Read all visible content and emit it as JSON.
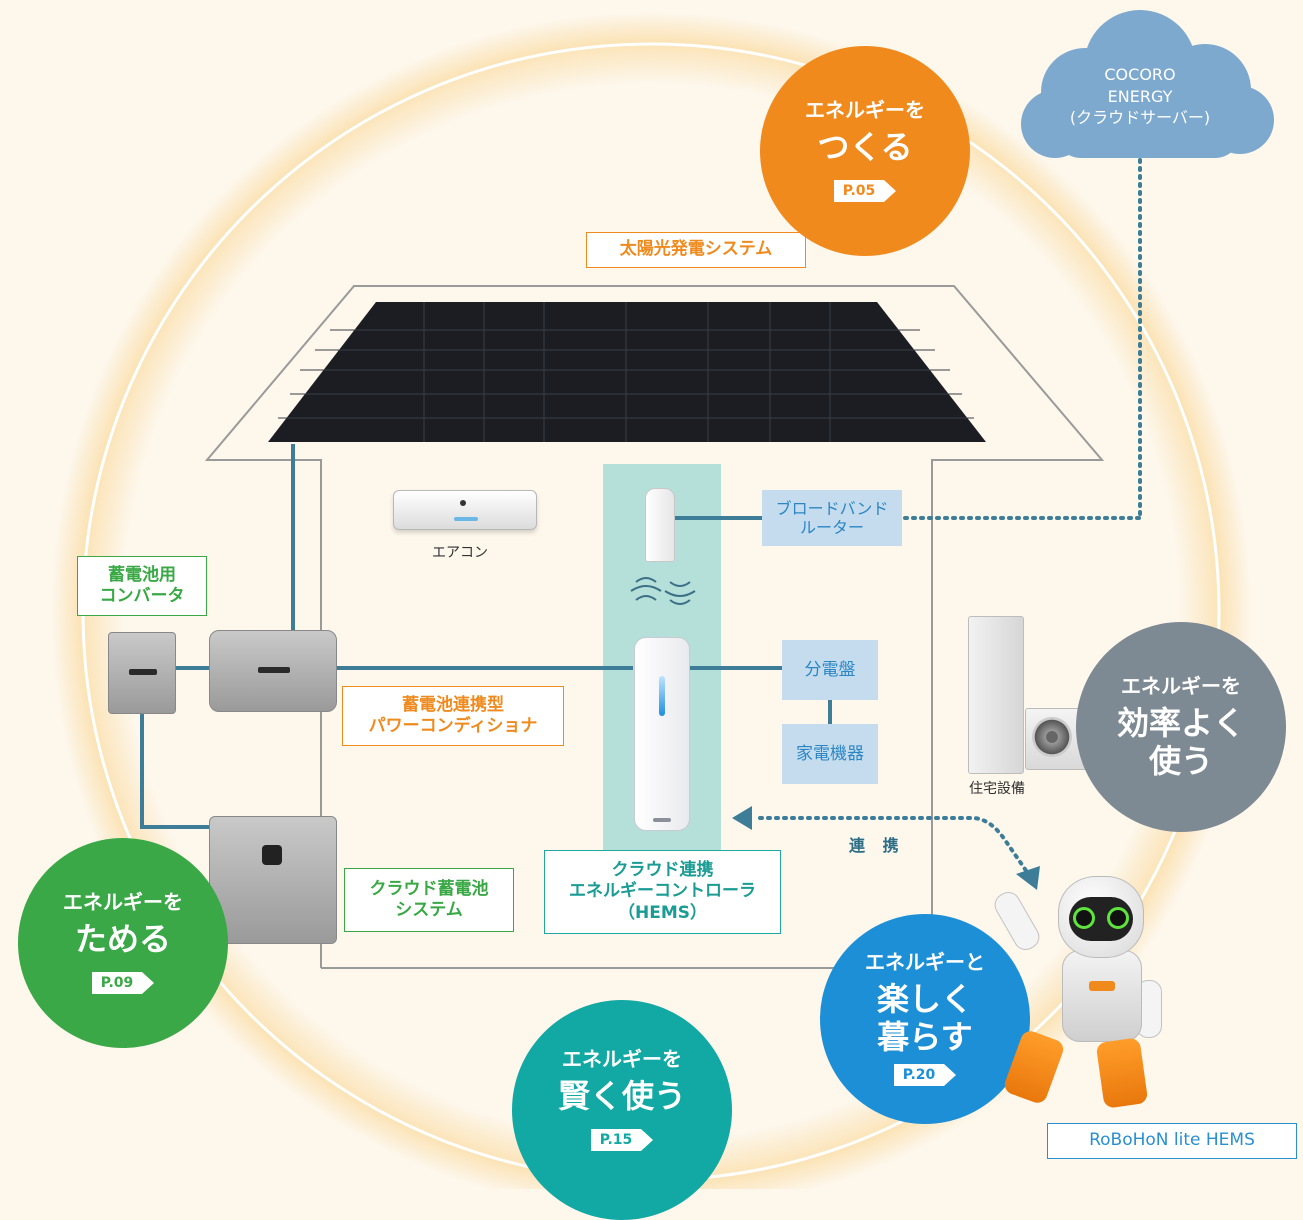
{
  "cloud": {
    "label": "COCORO\nENERGY\n(クラウドサーバー)"
  },
  "circles": {
    "make": {
      "sub": "エネルギーを",
      "main": "つくる",
      "page": "P.05",
      "color": "#f08a1d"
    },
    "store": {
      "sub": "エネルギーを",
      "main": "ためる",
      "page": "P.09",
      "color": "#3aa846"
    },
    "smart": {
      "sub": "エネルギーを",
      "main": "賢く使う",
      "page": "P.15",
      "color": "#12a8a3"
    },
    "fun": {
      "sub": "エネルギーと",
      "main": "楽しく\n暮らす",
      "page": "P.20",
      "color": "#1d8fd6"
    },
    "efficient": {
      "sub": "エネルギーを",
      "main": "効率よく\n使う",
      "color": "#7e8a93"
    }
  },
  "labels": {
    "solar": "太陽光発電システム",
    "battery_converter": "蓄電池用\nコンバータ",
    "power_conditioner": "蓄電池連携型\nパワーコンディショナ",
    "cloud_battery": "クラウド蓄電池\nシステム",
    "hems": "クラウド連携\nエネルギーコントローラ\n（HEMS）",
    "router": "ブロードバンド\nルーター",
    "distribution_board": "分電盤",
    "appliances": "家電機器",
    "robohon": "RoBoHoN lite HEMS"
  },
  "captions": {
    "aircon": "エアコン",
    "housing_equipment": "住宅設備",
    "link": "連 携"
  }
}
